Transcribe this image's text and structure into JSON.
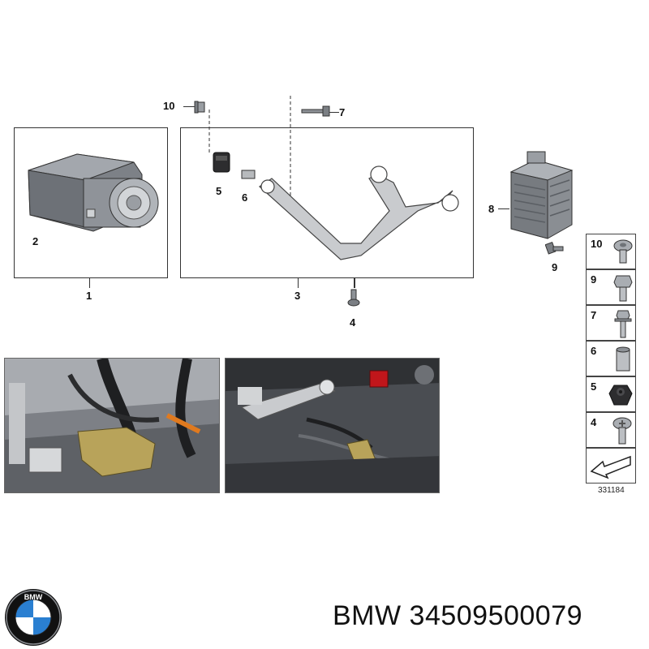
{
  "callouts": {
    "c1": "1",
    "c2": "2",
    "c3": "3",
    "c4": "4",
    "c5": "5",
    "c6": "6",
    "c7": "7",
    "c8": "8",
    "c9": "9",
    "c10": "10"
  },
  "legend": [
    {
      "num": "10",
      "icon": "flange-screw-icon"
    },
    {
      "num": "9",
      "icon": "hex-bolt-icon"
    },
    {
      "num": "7",
      "icon": "flange-bolt-icon"
    },
    {
      "num": "6",
      "icon": "spacer-sleeve-icon"
    },
    {
      "num": "5",
      "icon": "rubber-mount-icon"
    },
    {
      "num": "4",
      "icon": "pan-head-screw-icon"
    }
  ],
  "reference_number": "331184",
  "footer": {
    "brand": "BMW",
    "part_number": "34509500079",
    "label": "BMW 34509500079"
  },
  "colors": {
    "part_gray": "#8c9096",
    "bracket_silver": "#c9cbce",
    "abs_brass": "#b8a35a",
    "connector_red": "#c0161b",
    "bmw_blue": "#2a7fd1"
  }
}
